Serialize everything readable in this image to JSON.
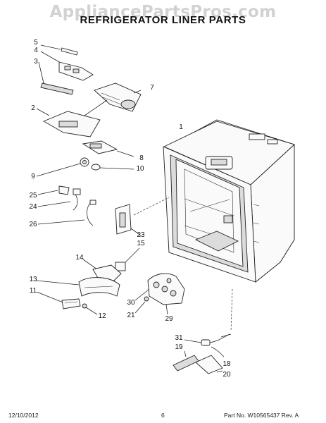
{
  "watermark": "AppliancePartsPros.com",
  "title": "REFRIGERATOR LINER PARTS",
  "callouts": {
    "c1": "1",
    "c2": "2",
    "c3": "3",
    "c4": "4",
    "c5": "5",
    "c7": "7",
    "c8": "8",
    "c9": "9",
    "c10": "10",
    "c11": "11",
    "c12": "12",
    "c13": "13",
    "c14": "14",
    "c15": "15",
    "c18": "18",
    "c19": "19",
    "c20": "20",
    "c21": "21",
    "c23": "23",
    "c24": "24",
    "c25": "25",
    "c26": "26",
    "c29": "29",
    "c30": "30",
    "c31": "31"
  },
  "footer": {
    "date": "12/10/2012",
    "page": "6",
    "part_no": "Part No.  W10565437  Rev. A"
  }
}
